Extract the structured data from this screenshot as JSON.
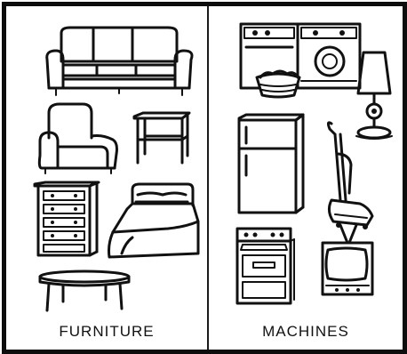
{
  "panels": {
    "left": {
      "label": "FURNITURE",
      "items": [
        "sofa",
        "armchair",
        "end-table",
        "dresser",
        "bed",
        "coffee-table"
      ]
    },
    "right": {
      "label": "MACHINES",
      "items": [
        "washer-dryer",
        "laundry-basket",
        "table-lamp",
        "refrigerator",
        "vacuum-cleaner",
        "stove",
        "television"
      ]
    }
  },
  "colors": {
    "ink": "#111111",
    "background": "#ffffff"
  }
}
